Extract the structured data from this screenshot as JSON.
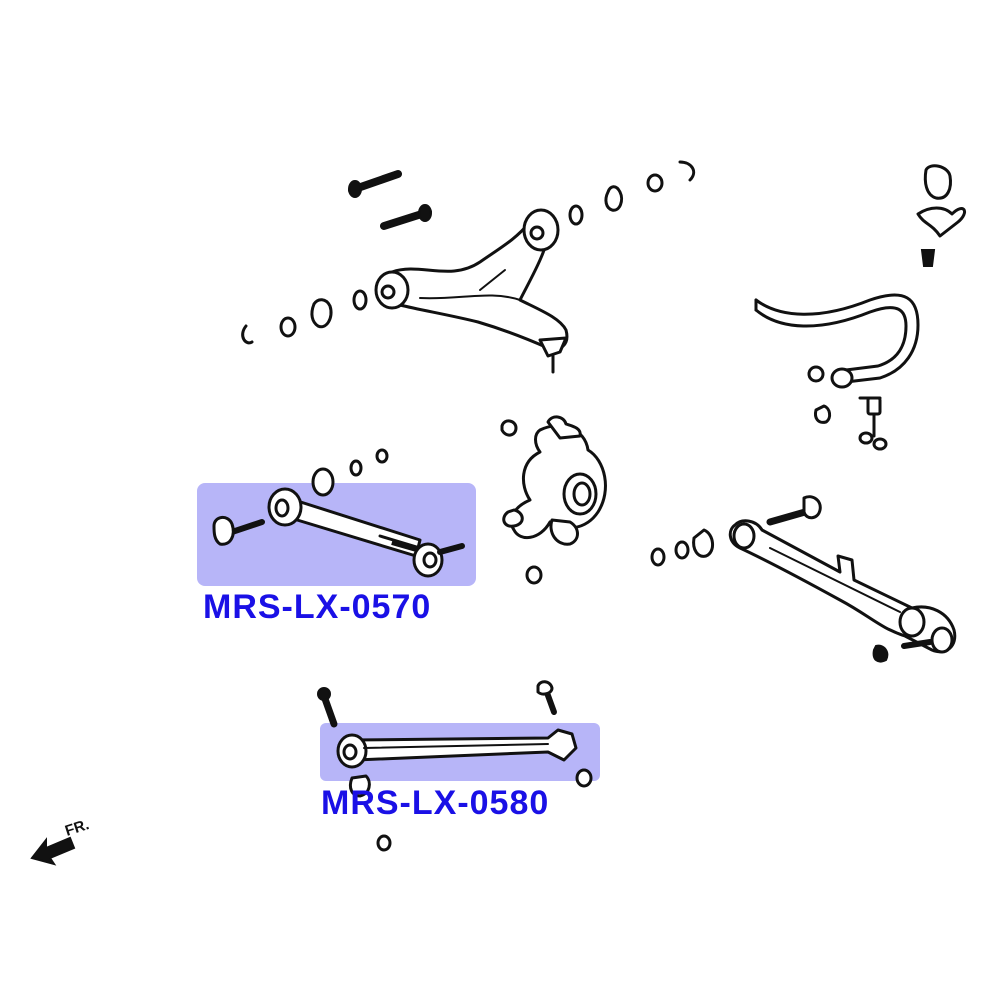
{
  "callouts": [
    {
      "part_number": "MRS-LX-0570"
    },
    {
      "part_number": "MRS-LX-0580"
    }
  ],
  "direction_marker": "FR.",
  "colors": {
    "label_text": "#1a10e6",
    "highlight": "#7b78f2",
    "line_art": "#111111",
    "background": "#ffffff"
  }
}
